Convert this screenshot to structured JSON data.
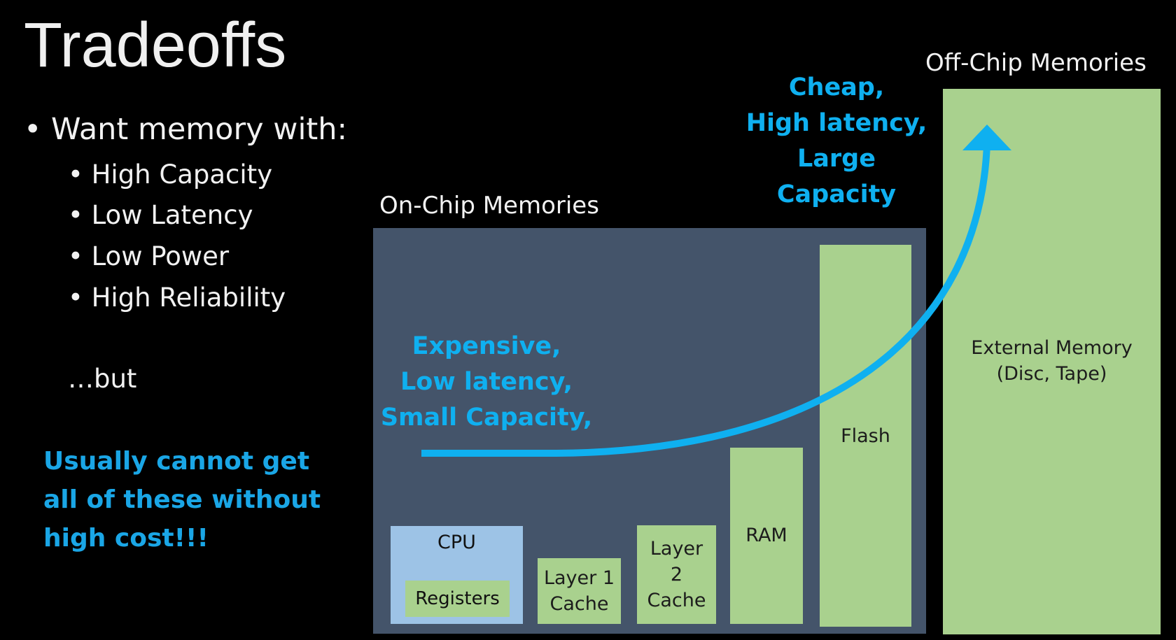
{
  "title": "Tradeoffs",
  "intro": "Want memory with:",
  "requirements": [
    "High Capacity",
    "Low Latency",
    "Low Power",
    "High Reliability"
  ],
  "but": "…but",
  "warning": "Usually cannot get all of these without high cost!!!",
  "on_chip": {
    "header": "On-Chip Memories",
    "annotation": [
      "Expensive,",
      "Low latency,",
      "Small Capacity,"
    ],
    "cpu": "CPU",
    "registers": "Registers",
    "layer1": [
      "Layer 1",
      "Cache"
    ],
    "layer2": [
      "Layer",
      "2",
      "Cache"
    ],
    "ram": "RAM",
    "flash": "Flash"
  },
  "off_chip": {
    "header": "Off-Chip Memories",
    "annotation": [
      "Cheap,",
      "High latency,",
      "Large Capacity"
    ],
    "external": [
      "External Memory",
      "(Disc, Tape)"
    ]
  },
  "colors": {
    "background": "#000000",
    "accent_blue": "#0fb0f0",
    "panel": "#44546a",
    "green": "#a9d18e",
    "cpu_blue": "#9dc3e6"
  }
}
